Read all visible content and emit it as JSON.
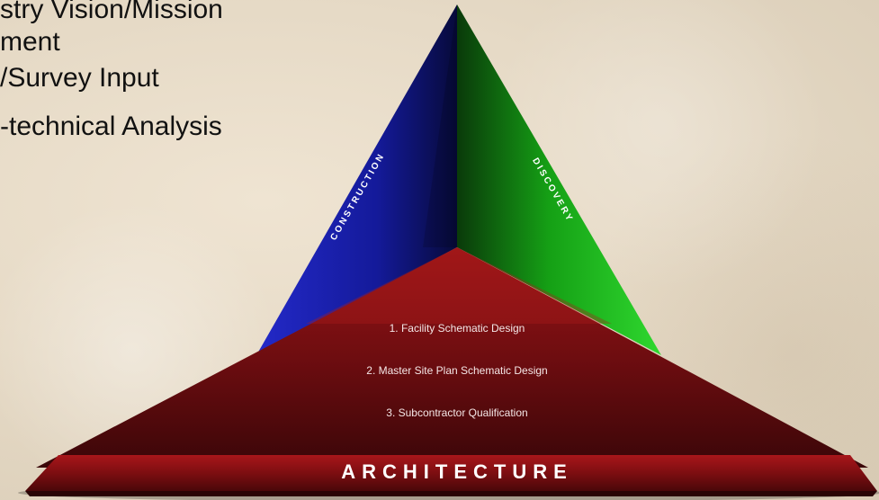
{
  "left_text": [
    "stry  Vision/Mission",
    "ment",
    "/Survey Input",
    "-technical Analysis"
  ],
  "pyramid": {
    "left_face_label": "CONSTRUCTION",
    "right_face_label": "DISCOVERY",
    "base_label": "ARCHITECTURE",
    "items": [
      "1. Facility Schematic Design",
      "2. Master Site Plan Schematic Design",
      "3. Subcontractor Qualification"
    ]
  },
  "colors": {
    "background": "#e6dac6",
    "construction_face": "#1a1fa8",
    "discovery_face": "#1fb41f",
    "architecture_face": "#7a0f12",
    "band": "#8e1014"
  }
}
